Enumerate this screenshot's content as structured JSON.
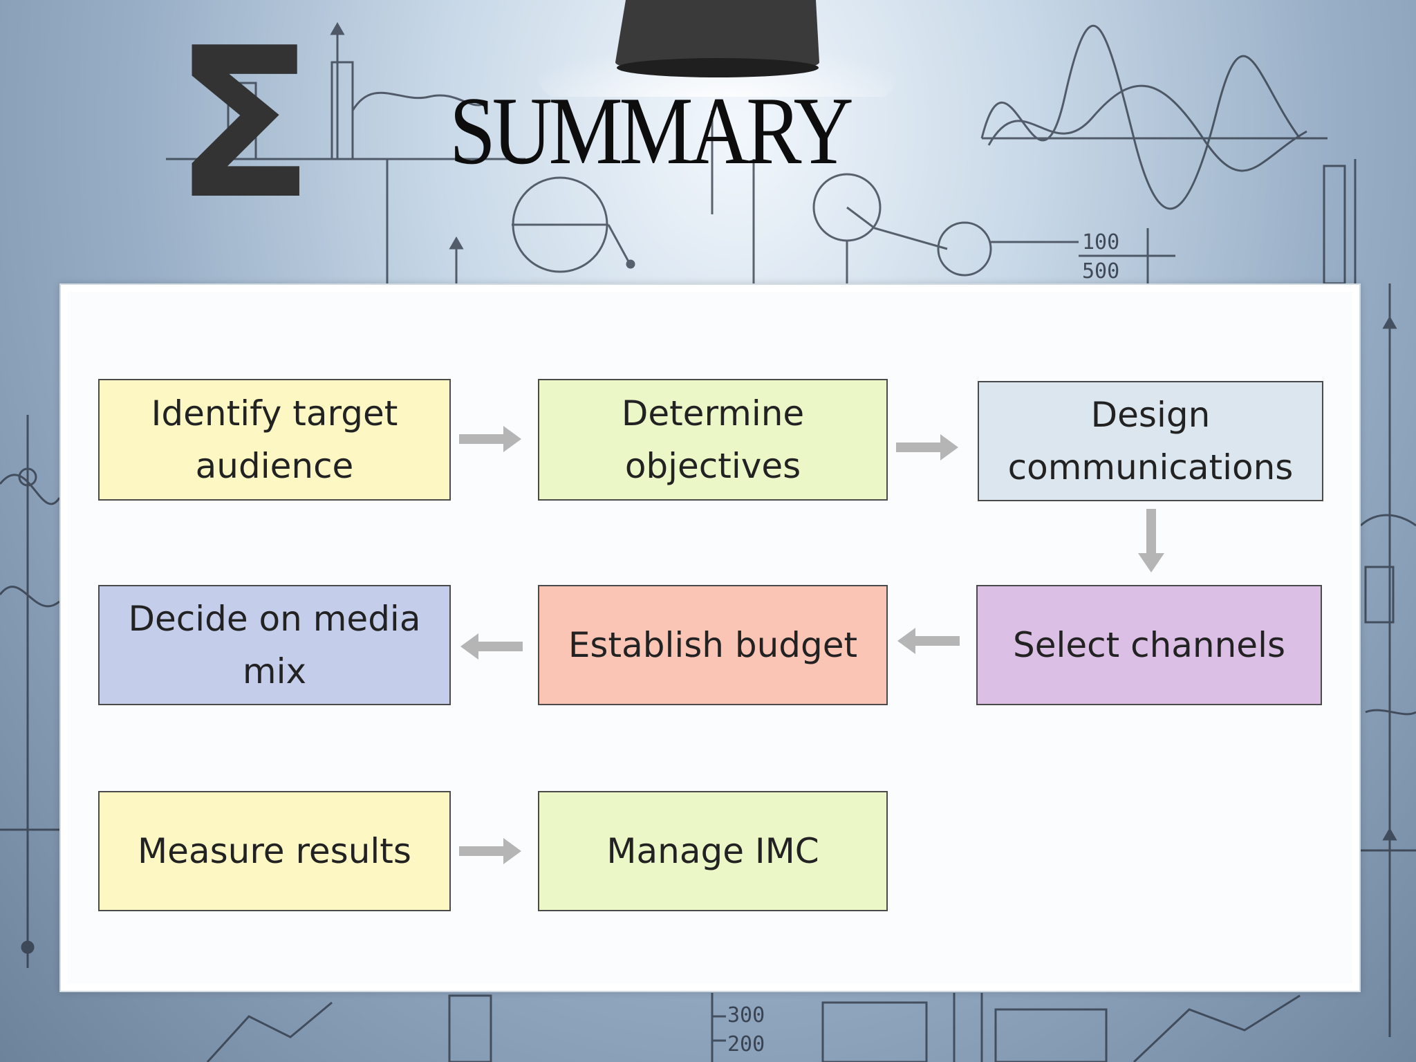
{
  "header": {
    "icon": "sigma-icon",
    "sigma_glyph": "Σ",
    "title": "SUMMARY"
  },
  "background": {
    "tick_labels": [
      "100",
      "500",
      "300",
      "200"
    ]
  },
  "diagram": {
    "steps": [
      {
        "id": "identify",
        "label": "Identify target audience",
        "color": "#fdf8c3"
      },
      {
        "id": "objectives",
        "label": "Determine objectives",
        "color": "#ecf7c8"
      },
      {
        "id": "design",
        "label": "Design communications",
        "color": "#dbe6ee"
      },
      {
        "id": "channels",
        "label": "Select channels",
        "color": "#dbbfe4"
      },
      {
        "id": "budget",
        "label": "Establish budget",
        "color": "#fbc5b5"
      },
      {
        "id": "media",
        "label": "Decide on media mix",
        "color": "#c4cdea"
      },
      {
        "id": "measure",
        "label": "Measure results",
        "color": "#fdf8c3"
      },
      {
        "id": "manage",
        "label": "Manage IMC",
        "color": "#ecf7c8"
      }
    ],
    "flow": [
      [
        "identify",
        "objectives"
      ],
      [
        "objectives",
        "design"
      ],
      [
        "design",
        "channels"
      ],
      [
        "channels",
        "budget"
      ],
      [
        "budget",
        "media"
      ],
      [
        "measure",
        "manage"
      ]
    ],
    "arrow_color": "#b5b5b5",
    "border_color": "#4a4a4a"
  }
}
